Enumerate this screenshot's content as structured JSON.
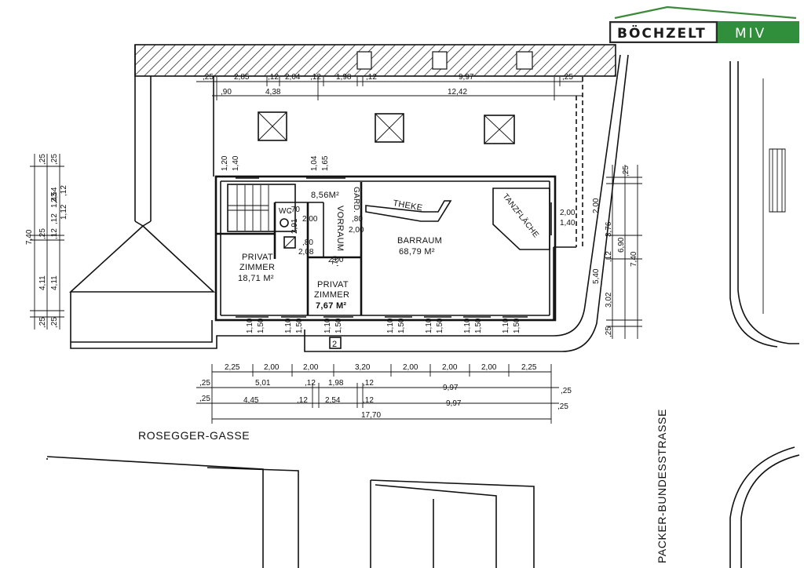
{
  "logo": {
    "brand": "BÖCHZELT",
    "product": "MIV",
    "colors": {
      "roof": "#3a8a3a",
      "dark_box": "#2b2b2b",
      "green_box": "#2f8f3a"
    }
  },
  "streets": {
    "west": "ROSEGGER-GASSE",
    "east": "PACKER-BUNDESSTRASSE"
  },
  "rooms": {
    "barraum_name": "BARRAUM",
    "barraum_area": "68,79 M²",
    "privat1_name": "PRIVAT",
    "privat1_sub": "ZIMMER",
    "privat1_area": "18,71 M²",
    "privat2_name": "PRIVAT",
    "privat2_sub": "ZIMMER",
    "privat2_area": "7,67 M²",
    "stair_area": "8,56M²",
    "vorraum": "VORRAUM",
    "gard": "GARD.",
    "theke": "THEKE",
    "tanzflaeche": "TANZFLÄCHE",
    "wc": "WC",
    "door_number": "2"
  },
  "dims": {
    "top1": [
      ",25",
      "2,85",
      ",12",
      "2,04",
      ",12",
      "1,98",
      ",12",
      "9,97",
      ",25"
    ],
    "top2": [
      ",90",
      "4,38",
      "12,42"
    ],
    "bottom1": [
      "2,25",
      "2,00",
      "2,00",
      "3,20",
      "2,00",
      "2,00",
      "2,00",
      "2,25"
    ],
    "bottom2": [
      ",25",
      "5,01",
      ",12",
      "1,98",
      ",12",
      "9,97",
      ",25"
    ],
    "bottom3": [
      ",25",
      "4,45",
      ",12",
      "2,54",
      ",12",
      "9,97",
      ",25"
    ],
    "bottom_total": "17,70",
    "left_outer": [
      ",25",
      "7,40",
      ",25",
      "4,11",
      ",25"
    ],
    "left_inner": [
      ",25",
      "2,54",
      ",12",
      "1,43",
      ",12",
      "4,11",
      ",25"
    ],
    "left_extra": [
      ",12",
      "1,12"
    ],
    "right_outer": [
      ",25",
      "2,00",
      "3,76",
      ",12",
      "3,02",
      ",25"
    ],
    "right_inner": [
      "6,90",
      "7,40"
    ],
    "right_540": "5,40",
    "window_top": [
      "1,20",
      "1,40",
      "1,04",
      "1,65"
    ],
    "window_bottom": [
      "1,10",
      "1,50"
    ],
    "right_win": [
      "2,00",
      "1,40"
    ],
    "wc_dims": [
      ",70",
      "2,00",
      "2,91",
      ",80",
      "2,08"
    ],
    "vorraum_dims": [
      ",80",
      "2,00",
      ",70",
      "2,00"
    ]
  }
}
